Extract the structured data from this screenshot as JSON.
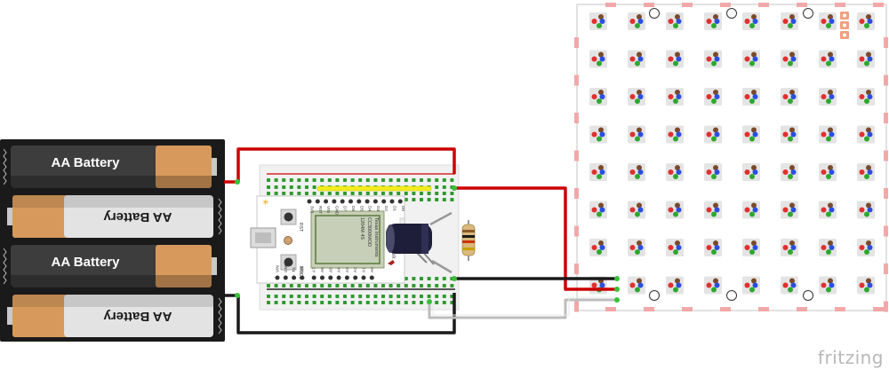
{
  "battery_pack": {
    "cells": [
      {
        "label": "AA Battery",
        "orientation": "normal"
      },
      {
        "label": "AA Battery",
        "orientation": "flipped"
      },
      {
        "label": "AA Battery",
        "orientation": "normal"
      },
      {
        "label": "AA Battery",
        "orientation": "flipped"
      }
    ],
    "body_color": "#1a1a1a",
    "cell_dark_color": "#3d3d3d",
    "cell_copper_color": "#d79a5c"
  },
  "breadboard": {
    "color": "#f1f1f1",
    "rail_red_color": "#cc0000",
    "rail_black_color": "#222222"
  },
  "spark_core": {
    "top_pins": [
      "3V3",
      "RST",
      "VIN",
      "GND",
      "D7",
      "D6",
      "D5",
      "D4",
      "D3",
      "D2",
      "D1",
      "D0"
    ],
    "bottom_pins": [
      "VIN",
      "GND",
      "TX",
      "RX",
      "A7",
      "A6",
      "A5",
      "A4",
      "A3",
      "A2",
      "A1",
      "A0"
    ],
    "rst_label": "RST",
    "mode_label": "MODE",
    "brand": "Spark",
    "chip_lines": [
      "Texas Instruments",
      "CC3000MOD",
      "1204M 4S"
    ],
    "board_color": "#ffffff",
    "module_color": "#c7cfb8"
  },
  "components": {
    "capacitor_color": "#1e1e3a",
    "resistor_color": "#d9b97c"
  },
  "led_matrix": {
    "rows": 8,
    "cols": 8,
    "pixel_colors": [
      "#e03030",
      "#2ea82e",
      "#2a4ee0",
      "#7a4a2a"
    ],
    "connector_color": "#f0a080"
  },
  "wires": {
    "power_color": "#cc0000",
    "ground_color": "#1a1a1a",
    "data_color": "#bdbdbd",
    "jumper_color": "#888888"
  },
  "logo": {
    "text": "fritzing"
  }
}
